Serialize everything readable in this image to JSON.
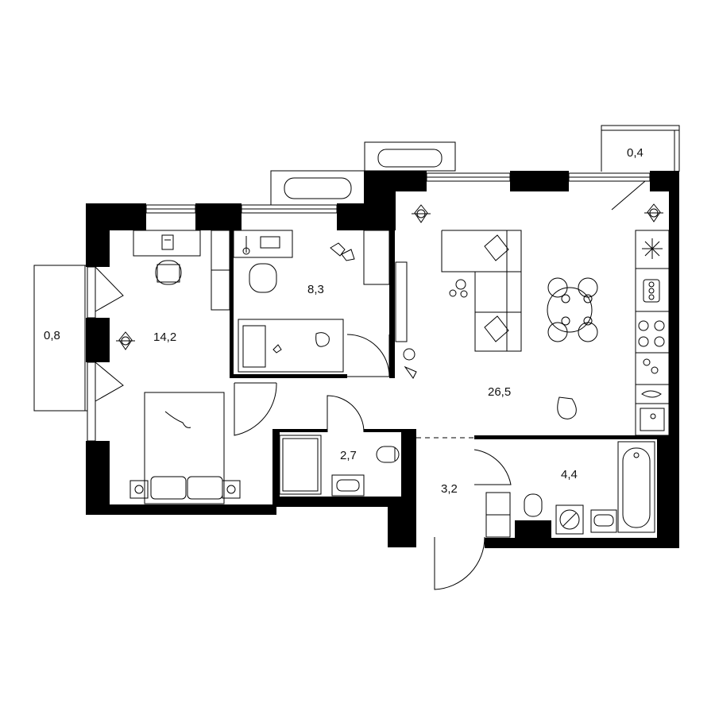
{
  "rooms": {
    "bedroom": "14,2",
    "kids_room": "8,3",
    "living_kitchen": "26,5",
    "bathroom_small": "2,7",
    "hallway": "3,2",
    "bathroom_large": "4,4",
    "balcony_left": "0,8",
    "balcony_right": "0,4"
  }
}
